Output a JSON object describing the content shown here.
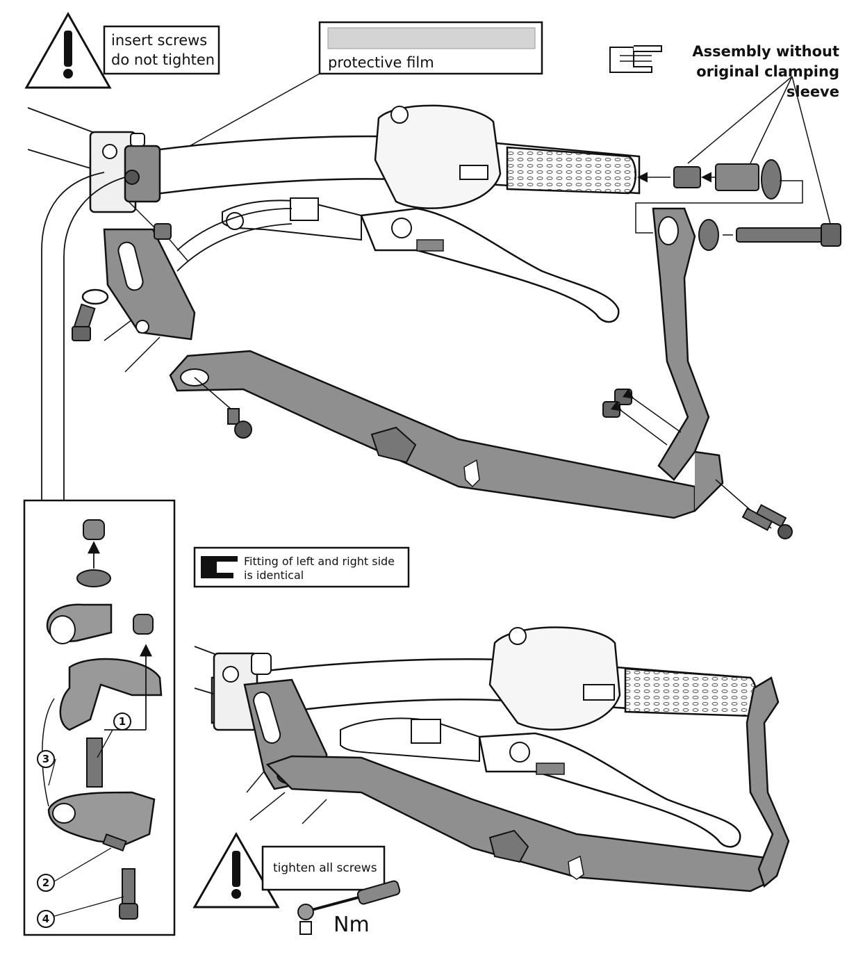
{
  "labels": {
    "warning_top": [
      "insert screws",
      "do not tighten"
    ],
    "protective_film": "protective film",
    "assembly_note": [
      "Assembly without",
      "original clamping sleeve"
    ],
    "fitting_note": [
      "Fitting of left and right side",
      "is identical"
    ],
    "warning_bottom": "tighten all screws",
    "torque_unit": "Nm"
  },
  "steps": [
    "1",
    "2",
    "3",
    "4"
  ],
  "colors": {
    "line": "#1a1a1a",
    "guard_fill": "#8f8f8f",
    "part_dark": "#6e6e6e",
    "part_light": "#f6f6f6",
    "film_fill": "#d4d4d4"
  },
  "icons": [
    "warning-triangle-icon",
    "pointing-hand-icon",
    "torque-wrench-icon"
  ]
}
